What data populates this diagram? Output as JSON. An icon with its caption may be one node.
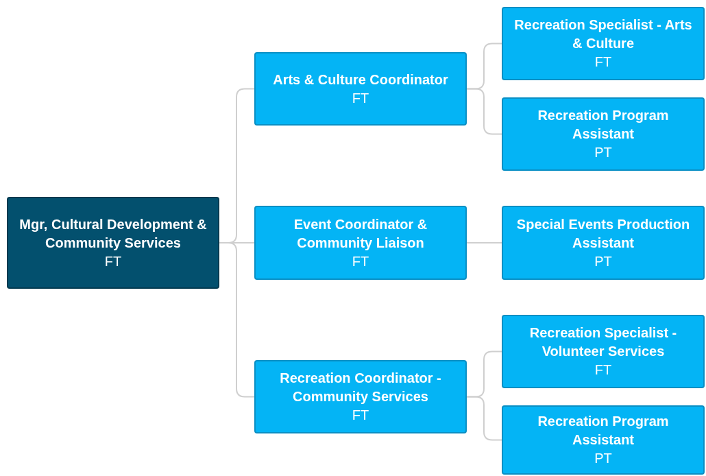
{
  "diagram": {
    "nodes": [
      {
        "text": [
          "Mgr, Cultural Development & Community Services",
          "FT"
        ]
      },
      {
        "text": [
          "Arts & Culture Coordinator",
          "FT"
        ]
      },
      {
        "text": [
          "Event Coordinator & Community Liaison",
          "FT"
        ]
      },
      {
        "text": [
          "Recreation Coordinator - Community Services",
          "FT"
        ]
      },
      {
        "text": [
          "Recreation Specialist - Arts & Culture",
          "FT"
        ]
      },
      {
        "text": [
          "Recreation Program Assistant",
          "PT"
        ]
      },
      {
        "text": [
          "Special Events Production Assistant",
          "PT"
        ]
      },
      {
        "text": [
          "Recreation Specialist - Volunteer Services",
          "FT"
        ]
      },
      {
        "text": [
          "Recreation Program Assistant",
          "PT"
        ]
      }
    ],
    "edges": [
      {
        "from": 0,
        "to": 1,
        "arrow": "none"
      },
      {
        "from": 0,
        "to": 2,
        "arrow": "none"
      },
      {
        "from": 0,
        "to": 3,
        "arrow": "none"
      },
      {
        "from": 1,
        "to": 4,
        "arrow": "none"
      },
      {
        "from": 1,
        "to": 5,
        "arrow": "none"
      },
      {
        "from": 2,
        "to": 6,
        "arrow": "none"
      },
      {
        "from": 3,
        "to": 7,
        "arrow": "none"
      },
      {
        "from": 3,
        "to": 8,
        "arrow": "none"
      }
    ]
  }
}
